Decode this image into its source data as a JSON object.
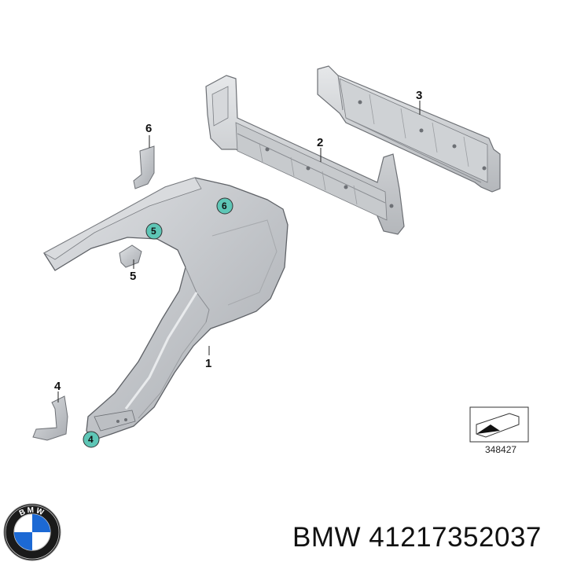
{
  "diagram": {
    "callouts": [
      "1",
      "2",
      "3",
      "4",
      "5",
      "6"
    ],
    "circled_callouts": [
      "6",
      "5",
      "4"
    ],
    "highlight_color": "#5ec6b6",
    "part_color": "#c9ccd0",
    "reference_number": "348427"
  },
  "logo": {
    "icon": "bmw-roundel-icon",
    "brand_text": "BMW"
  },
  "caption": "BMW 41217352037"
}
